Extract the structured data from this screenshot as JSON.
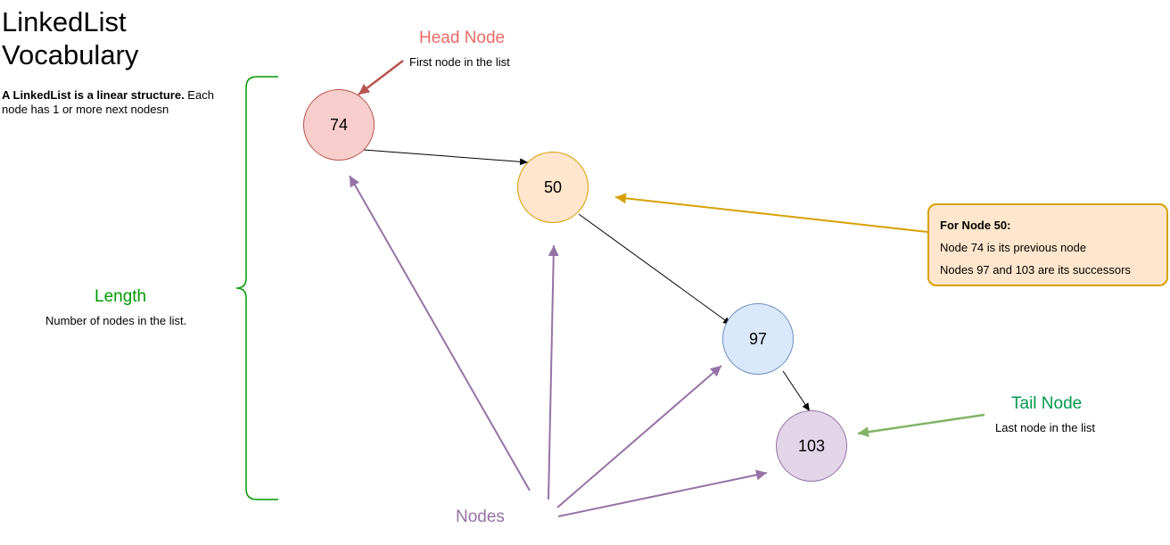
{
  "title": {
    "line1": "LinkedList",
    "line2": "Vocabulary"
  },
  "description": {
    "bold": "A LinkedList is a linear structure.",
    "rest": " Each node has 1 or more next nodesn"
  },
  "head": {
    "title": "Head Node",
    "desc": "First node in the list"
  },
  "length": {
    "title": "Length",
    "desc": "Number of nodes in the list."
  },
  "tail": {
    "title": "Tail Node",
    "desc": "Last node in the list"
  },
  "nodes_label": "Nodes",
  "nodes": [
    {
      "value": "74",
      "fill": "#F8CECC",
      "stroke": "#B85450"
    },
    {
      "value": "50",
      "fill": "#FFE6CC",
      "stroke": "#D79B00"
    },
    {
      "value": "97",
      "fill": "#DAE8FC",
      "stroke": "#6C8EBF"
    },
    {
      "value": "103",
      "fill": "#E1D5E7",
      "stroke": "#9673A6"
    }
  ],
  "callout": {
    "title": "For Node 50:",
    "line1": "Node 74 is its previous node",
    "line2": "Nodes 97 and 103 are its successors"
  },
  "colors": {
    "head": "#EA6B66",
    "length": "#009900",
    "tail": "#00994D",
    "nodes": "#9673A6",
    "callout_border": "#D6A000",
    "tail_arrow": "#82B366",
    "head_arrow": "#B85450"
  }
}
